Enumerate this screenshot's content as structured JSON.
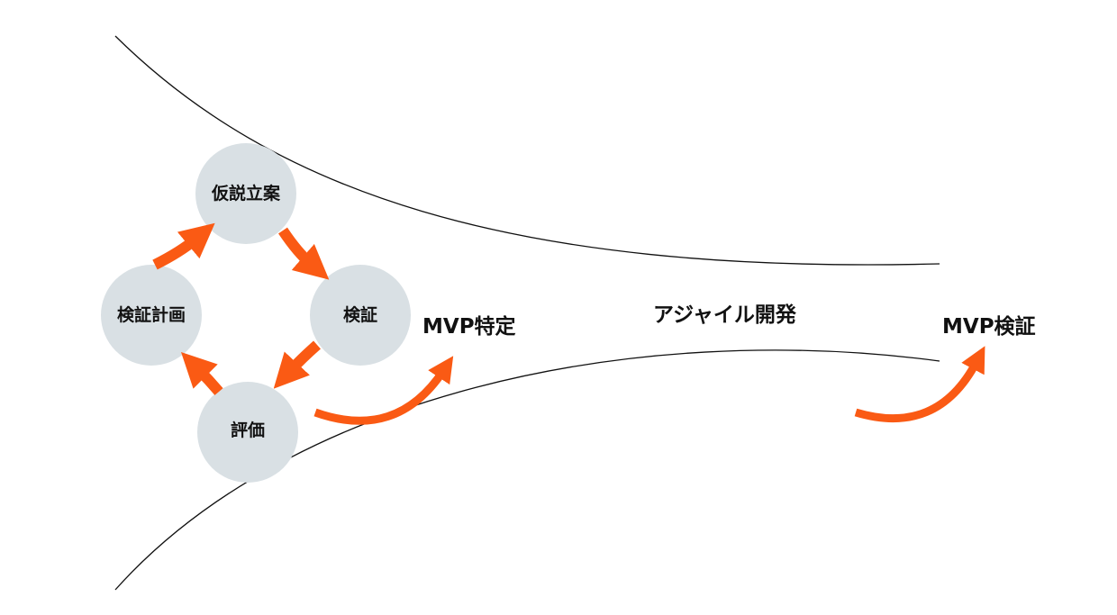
{
  "cycle": {
    "steps": [
      "仮説立案",
      "検証",
      "評価",
      "検証計画"
    ]
  },
  "stages": {
    "mvp_identify": "MVP特定",
    "agile": "アジャイル開発",
    "mvp_verify": "MVP検証"
  },
  "colors": {
    "arrow": "#fa5a14",
    "circle": "#d9e0e4",
    "line": "#111111"
  }
}
